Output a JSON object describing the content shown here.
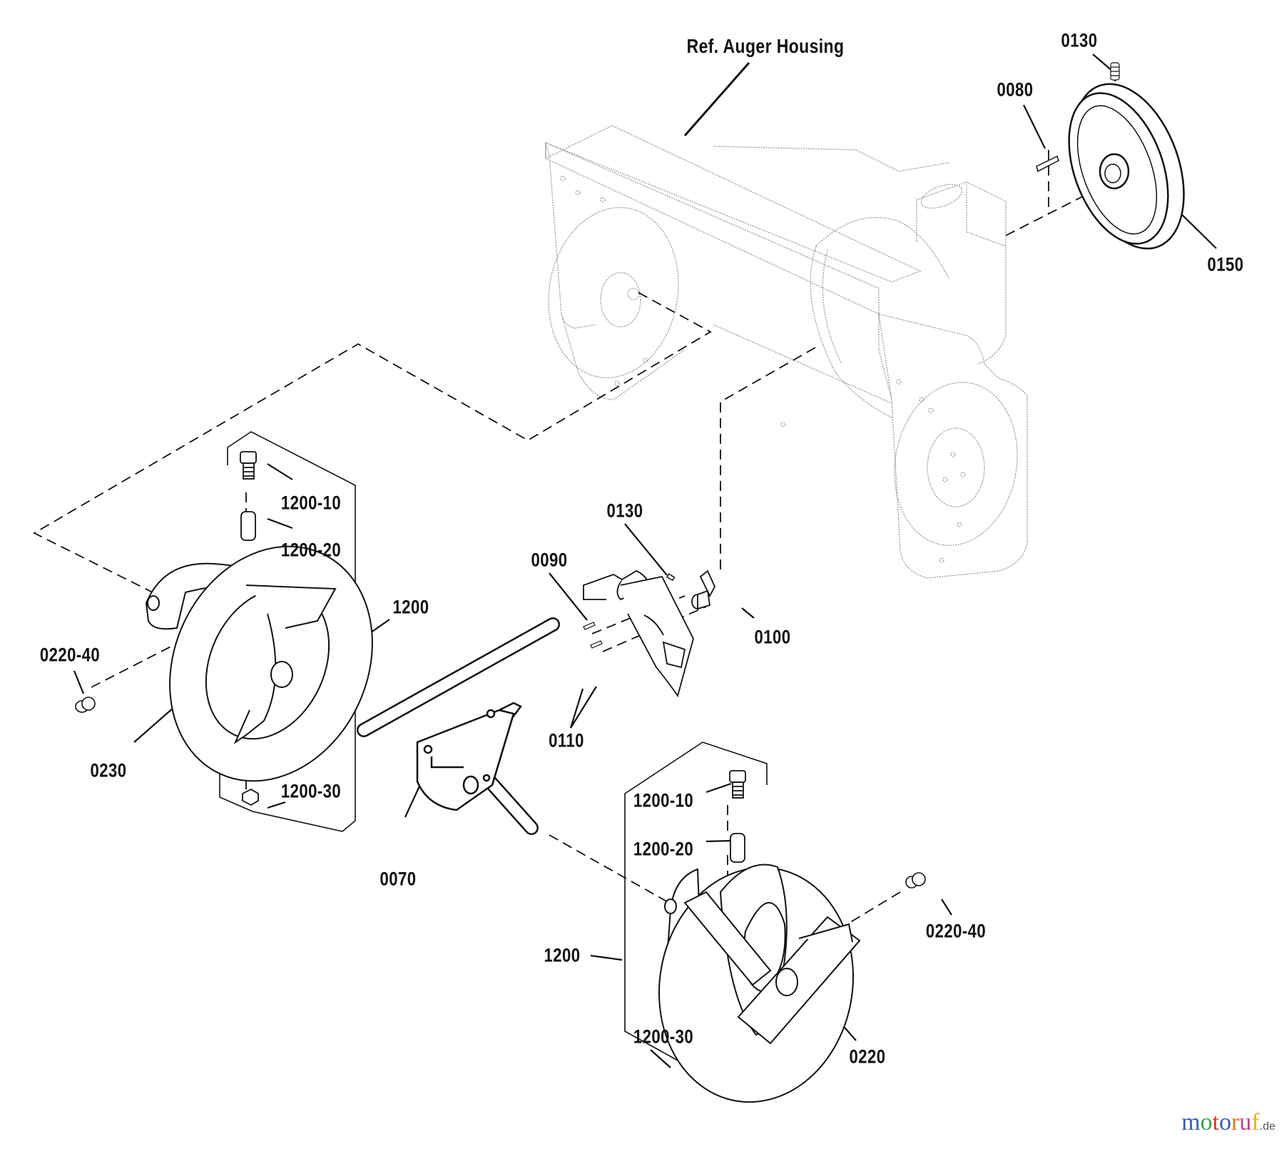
{
  "diagram": {
    "title_reference": "Ref. Auger Housing",
    "parts": [
      {
        "id": "ref-auger-housing",
        "label": "Ref. Auger Housing"
      },
      {
        "id": "p0130-top",
        "label": "0130"
      },
      {
        "id": "p0080",
        "label": "0080"
      },
      {
        "id": "p0150",
        "label": "0150"
      },
      {
        "id": "p1200-10-left",
        "label": "1200-10"
      },
      {
        "id": "p1200-20-left",
        "label": "1200-20"
      },
      {
        "id": "p1200-left",
        "label": "1200"
      },
      {
        "id": "p0220-40-left",
        "label": "0220-40"
      },
      {
        "id": "p0230",
        "label": "0230"
      },
      {
        "id": "p1200-30-left",
        "label": "1200-30"
      },
      {
        "id": "p0070",
        "label": "0070"
      },
      {
        "id": "p0130-mid",
        "label": "0130"
      },
      {
        "id": "p0090",
        "label": "0090"
      },
      {
        "id": "p0100",
        "label": "0100"
      },
      {
        "id": "p0110",
        "label": "0110"
      },
      {
        "id": "p1200-10-right",
        "label": "1200-10"
      },
      {
        "id": "p1200-20-right",
        "label": "1200-20"
      },
      {
        "id": "p1200-right",
        "label": "1200"
      },
      {
        "id": "p0220-40-right",
        "label": "0220-40"
      },
      {
        "id": "p0220",
        "label": "0220"
      },
      {
        "id": "p1200-30-right",
        "label": "1200-30"
      }
    ]
  },
  "watermark": {
    "letters": [
      "m",
      "o",
      "t",
      "o",
      "r",
      "u",
      "f"
    ],
    "colors": [
      "#3a5fb0",
      "#3aa04a",
      "#d8372c",
      "#3a5fb0",
      "#e07a1c",
      "#c83a8a",
      "#e6b31e"
    ],
    "suffix": ".de"
  }
}
